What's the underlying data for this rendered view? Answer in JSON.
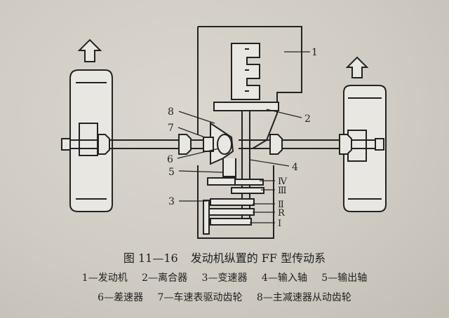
{
  "figure": {
    "number": "图 11—16",
    "title": "发动机纵置的 FF 型传动系"
  },
  "callouts": [
    "1",
    "2",
    "3",
    "4",
    "5",
    "6",
    "7",
    "8"
  ],
  "gear_labels": [
    "Ⅳ",
    "Ⅲ",
    "Ⅱ",
    "R",
    "Ⅰ"
  ],
  "legend": [
    {
      "num": "1",
      "name": "发动机"
    },
    {
      "num": "2",
      "name": "离合器"
    },
    {
      "num": "3",
      "name": "变速器"
    },
    {
      "num": "4",
      "name": "输入轴"
    },
    {
      "num": "5",
      "name": "输出轴"
    },
    {
      "num": "6",
      "name": "差速器"
    },
    {
      "num": "7",
      "name": "车速表驱动齿轮"
    },
    {
      "num": "8",
      "name": "主减速器从动齿轮"
    }
  ],
  "colors": {
    "ink": "#222222",
    "paper": "#d0ccc4",
    "fill": "#e9e7e2"
  }
}
